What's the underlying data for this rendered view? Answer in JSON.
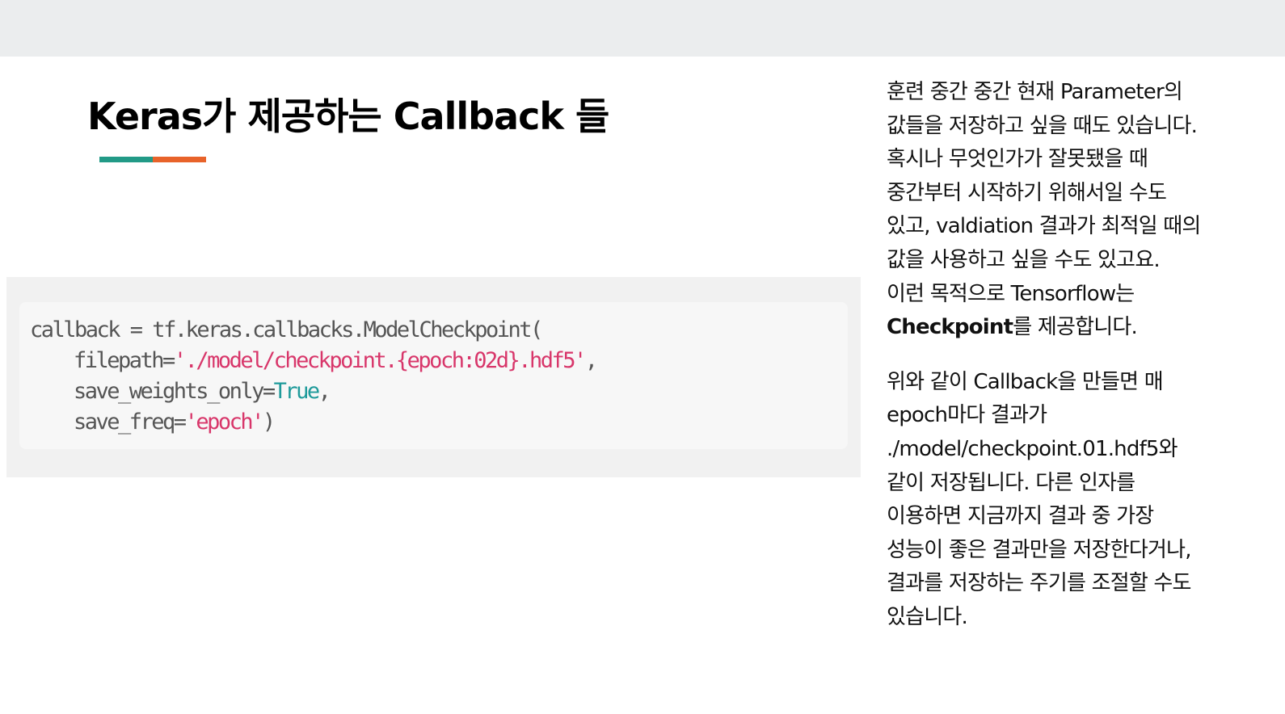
{
  "title": "Keras가 제공하는 Callback 들",
  "colors": {
    "accent_left": "#229a87",
    "accent_right": "#e8632a",
    "string": "#d8366a",
    "keyword": "#1e9a9a"
  },
  "code": {
    "line1": "callback = tf.keras.callbacks.ModelCheckpoint(",
    "line2_key": "filepath=",
    "line2_str": "'./model/checkpoint.{epoch:02d}.hdf5'",
    "line2_end": ",",
    "line3_key": "save_weights_only=",
    "line3_kw": "True",
    "line3_end": ",",
    "line4_key": "save_freq=",
    "line4_str": "'epoch'",
    "line4_end": ")"
  },
  "paragraph1": {
    "l1": "훈련 중간 중간 현재 Parameter의",
    "l2": "값들을 저장하고 싶을 때도 있습니다.",
    "l3": "혹시나 무엇인가가 잘못됐을 때",
    "l4": "중간부터 시작하기 위해서일 수도",
    "l5": "있고, valdiation 결과가 최적일 때의",
    "l6": "값을 사용하고 싶을 수도 있고요.",
    "l7": "이런 목적으로 Tensorflow는",
    "l8_bold": "Checkpoint",
    "l8_rest": "를 제공합니다."
  },
  "paragraph2": {
    "l1": "위와 같이 Callback을 만들면 매",
    "l2": "epoch마다 결과가",
    "l3": "./model/checkpoint.01.hdf5와",
    "l4": "같이 저장됩니다. 다른 인자를",
    "l5": "이용하면 지금까지 결과 중 가장",
    "l6": "성능이 좋은 결과만을 저장한다거나,",
    "l7": "결과를 저장하는 주기를 조절할 수도",
    "l8": "있습니다."
  }
}
